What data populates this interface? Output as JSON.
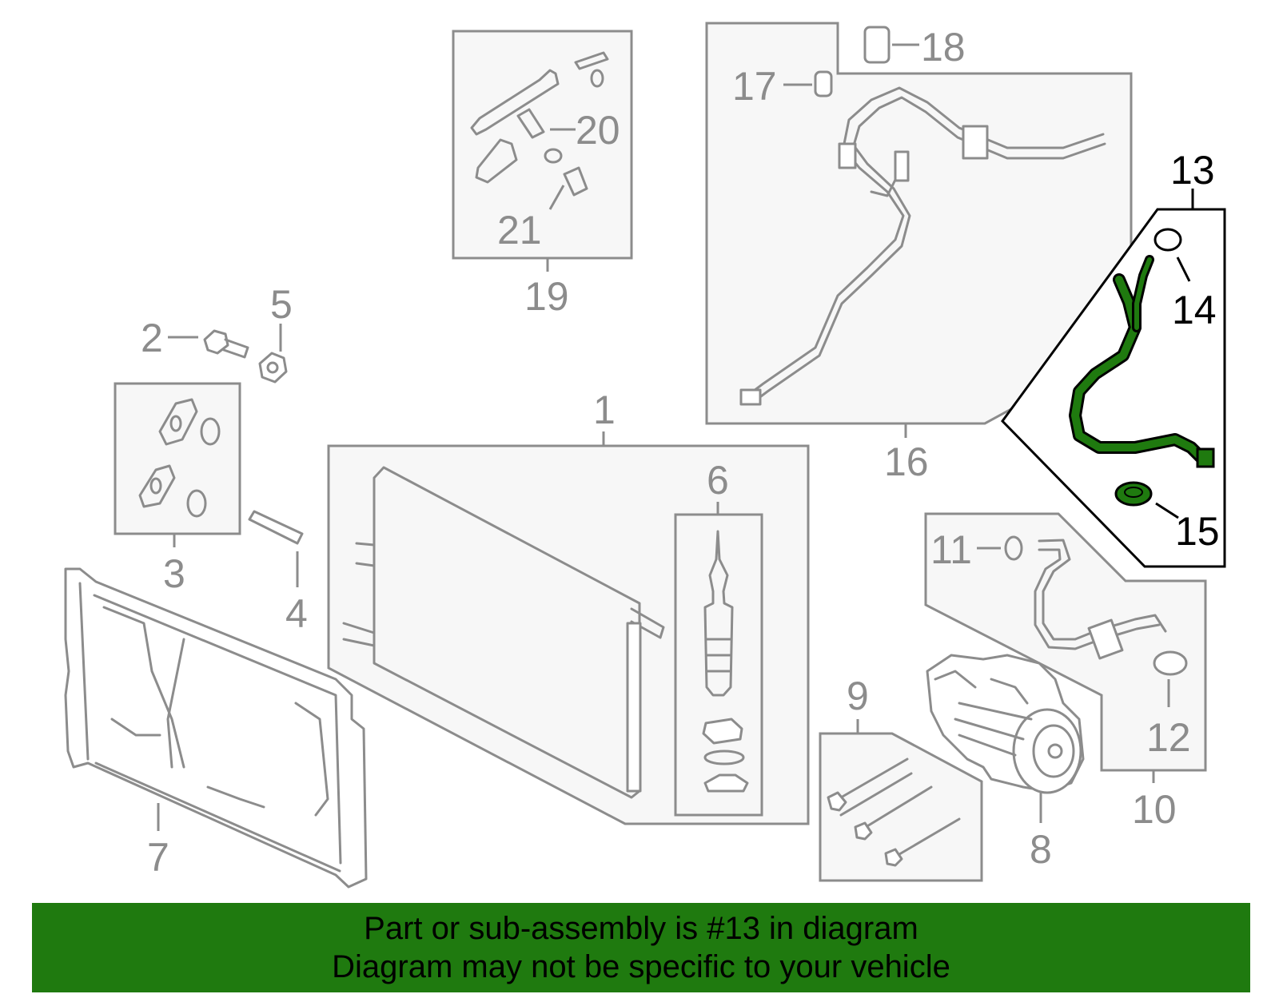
{
  "colors": {
    "line_gray": "#8c8c8c",
    "highlight_part": "#1f7a0f",
    "banner_background": "#1f7a0f",
    "panel_fill": "#f7f7f7"
  },
  "callouts": {
    "c1": "1",
    "c2": "2",
    "c3": "3",
    "c4": "4",
    "c5": "5",
    "c6": "6",
    "c7": "7",
    "c8": "8",
    "c9": "9",
    "c10": "10",
    "c11": "11",
    "c12": "12",
    "c13": "13",
    "c14": "14",
    "c15": "15",
    "c16": "16",
    "c17": "17",
    "c18": "18",
    "c19": "19",
    "c20": "20",
    "c21": "21"
  },
  "highlighted_callout": "13",
  "banner": {
    "line1": "Part or sub-assembly is #13 in diagram",
    "line2": "Diagram may not be specific to your vehicle"
  }
}
